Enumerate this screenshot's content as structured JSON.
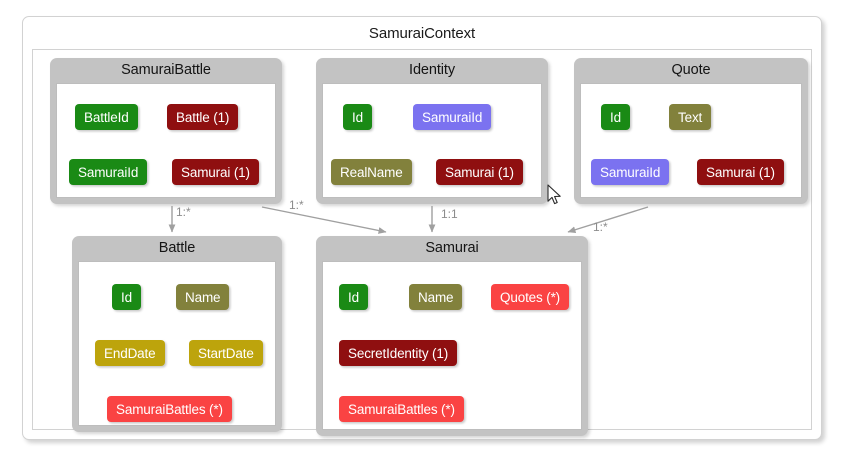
{
  "diagram": {
    "title": "SamuraiContext",
    "type": "entity-relationship-model",
    "colors": {
      "frame": "#c3c3c3",
      "panel": "#ffffff",
      "key_green": "#1a8a15",
      "reference_darkred": "#8f0f10",
      "foreignkey_periwinkle": "#7b72f0",
      "scalar_olive": "#82813c",
      "date_gold": "#bda40c",
      "collection_brightred": "#fa4343",
      "arrow": "#a0a0a0",
      "label": "#8c8c8c"
    }
  },
  "entities": [
    {
      "name": "SamuraiBattle",
      "properties": [
        {
          "label": "BattleId",
          "color": "c-green"
        },
        {
          "label": "Battle (1)",
          "color": "c-darkred"
        },
        {
          "label": "SamuraiId",
          "color": "c-green"
        },
        {
          "label": "Samurai (1)",
          "color": "c-darkred"
        }
      ]
    },
    {
      "name": "Identity",
      "properties": [
        {
          "label": "Id",
          "color": "c-green"
        },
        {
          "label": "SamuraiId",
          "color": "c-periwinkle"
        },
        {
          "label": "RealName",
          "color": "c-olive"
        },
        {
          "label": "Samurai (1)",
          "color": "c-darkred"
        }
      ]
    },
    {
      "name": "Quote",
      "properties": [
        {
          "label": "Id",
          "color": "c-green"
        },
        {
          "label": "Text",
          "color": "c-olive"
        },
        {
          "label": "SamuraiId",
          "color": "c-periwinkle"
        },
        {
          "label": "Samurai (1)",
          "color": "c-darkred"
        }
      ]
    },
    {
      "name": "Battle",
      "properties": [
        {
          "label": "Id",
          "color": "c-green"
        },
        {
          "label": "Name",
          "color": "c-olive"
        },
        {
          "label": "EndDate",
          "color": "c-gold"
        },
        {
          "label": "StartDate",
          "color": "c-gold"
        },
        {
          "label": "SamuraiBattles (*)",
          "color": "c-brightred"
        }
      ]
    },
    {
      "name": "Samurai",
      "properties": [
        {
          "label": "Id",
          "color": "c-green"
        },
        {
          "label": "Name",
          "color": "c-olive"
        },
        {
          "label": "Quotes (*)",
          "color": "c-brightred"
        },
        {
          "label": "SecretIdentity (1)",
          "color": "c-darkred"
        },
        {
          "label": "SamuraiBattles (*)",
          "color": "c-brightred"
        }
      ]
    }
  ],
  "relationships": [
    {
      "from": "SamuraiBattle",
      "to": "Battle",
      "cardinality": "1:*"
    },
    {
      "from": "SamuraiBattle",
      "to": "Samurai",
      "cardinality": "1:*"
    },
    {
      "from": "Identity",
      "to": "Samurai",
      "cardinality": "1:1"
    },
    {
      "from": "Quote",
      "to": "Samurai",
      "cardinality": "1:*"
    }
  ]
}
